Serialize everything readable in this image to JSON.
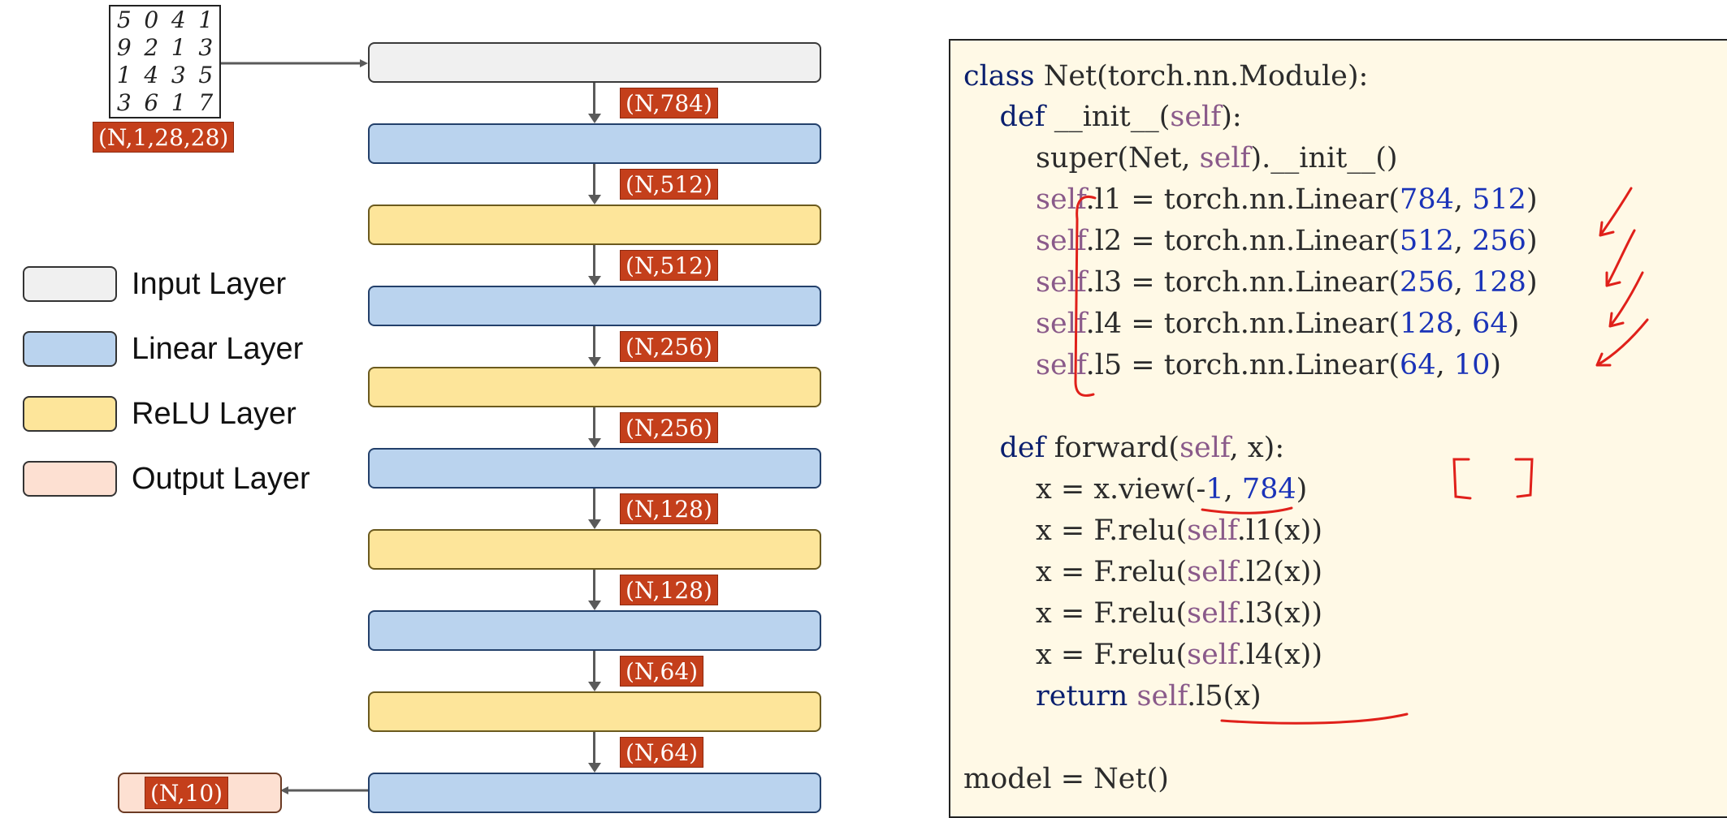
{
  "mnist_digits": [
    "5",
    "0",
    "4",
    "1",
    "9",
    "2",
    "1",
    "3",
    "1",
    "4",
    "3",
    "5",
    "3",
    "6",
    "1",
    "7"
  ],
  "input_shape": "(N,1,28,28)",
  "layers": [
    {
      "type": "input"
    },
    {
      "type": "linear"
    },
    {
      "type": "relu"
    },
    {
      "type": "linear"
    },
    {
      "type": "relu"
    },
    {
      "type": "linear"
    },
    {
      "type": "relu"
    },
    {
      "type": "linear"
    },
    {
      "type": "relu"
    },
    {
      "type": "linear"
    }
  ],
  "shapes": [
    "(N,784)",
    "(N,512)",
    "(N,512)",
    "(N,256)",
    "(N,256)",
    "(N,128)",
    "(N,128)",
    "(N,64)",
    "(N,64)"
  ],
  "output_shape": "(N,10)",
  "legend": [
    {
      "label": "Input Layer",
      "color": "#f0f0f0"
    },
    {
      "label": "Linear Layer",
      "color": "#bad3ee"
    },
    {
      "label": "ReLU Layer",
      "color": "#fde59a"
    },
    {
      "label": "Output Layer",
      "color": "#fde0d2"
    }
  ],
  "code_lines": [
    "class Net(torch.nn.Module):",
    "    def __init__(self):",
    "        super(Net, self).__init__()",
    "        self.l1 = torch.nn.Linear(784, 512)",
    "        self.l2 = torch.nn.Linear(512, 256)",
    "        self.l3 = torch.nn.Linear(256, 128)",
    "        self.l4 = torch.nn.Linear(128, 64)",
    "        self.l5 = torch.nn.Linear(64, 10)",
    "",
    "    def forward(self, x):",
    "        x = x.view(-1, 784)",
    "        x = F.relu(self.l1(x))",
    "        x = F.relu(self.l2(x))",
    "        x = F.relu(self.l3(x))",
    "        x = F.relu(self.l4(x))",
    "        return self.l5(x)",
    "",
    "model = Net()"
  ],
  "colors": {
    "badge": "#c43f1b",
    "linear": "#bad3ee",
    "relu": "#fde59a",
    "input": "#f0f0f0",
    "output": "#fde0d2",
    "code_bg": "#fff9e6",
    "annotation": "#e0201a"
  }
}
